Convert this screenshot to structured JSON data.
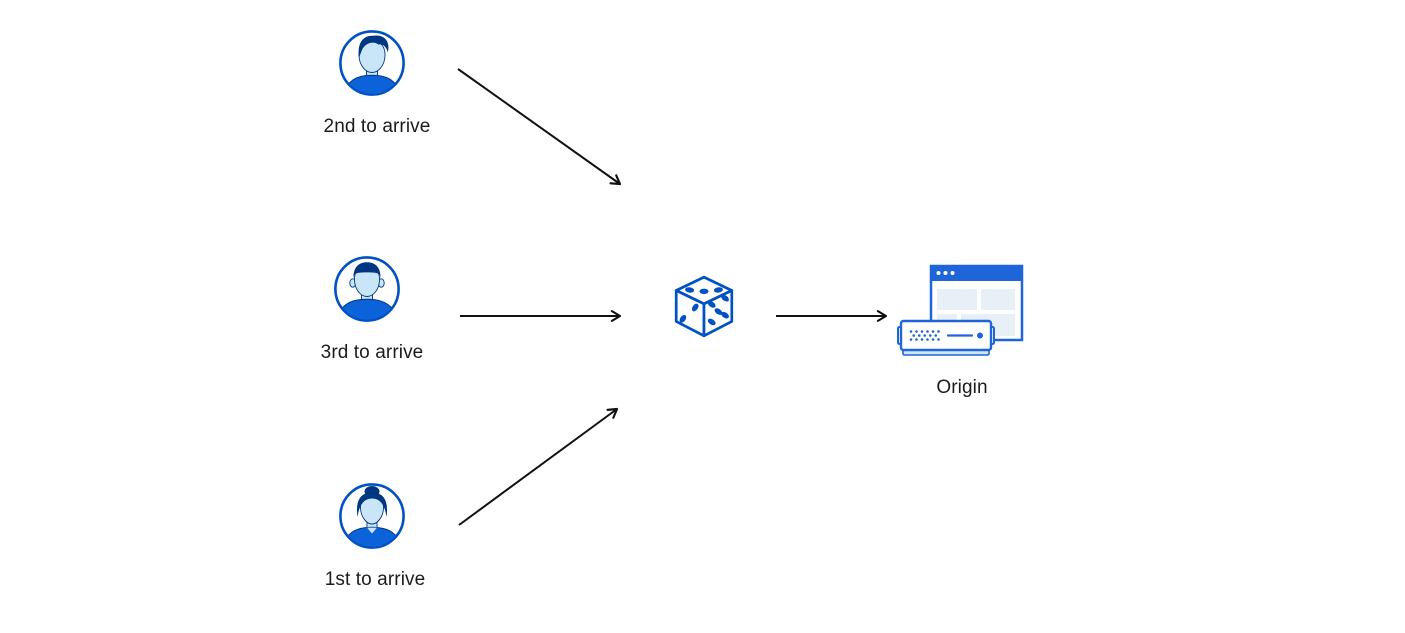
{
  "colors": {
    "background": "#ffffff",
    "arrow_black": "#111111",
    "text_black": "#1b1b1b",
    "primary_blue": "#0051c3",
    "window_blue": "#1e65d9",
    "shirt_blue": "#0c62d9",
    "navy": "#003682",
    "face_blue": "#c9e6f8",
    "pale_blue": "#e7eff7",
    "server_base_blue": "#cfe7f8"
  },
  "clients": [
    {
      "label": "2nd to arrive",
      "avatar": "man-swept-hair-avatar-icon"
    },
    {
      "label": "3rd to arrive",
      "avatar": "man-short-hair-avatar-icon"
    },
    {
      "label": "1st to arrive",
      "avatar": "woman-bun-avatar-icon"
    }
  ],
  "router": {
    "icon": "dice-icon",
    "dice_pips": {
      "top_face": 3,
      "left_face": 2,
      "right_face": 5
    }
  },
  "origin": {
    "label": "Origin",
    "icon": "origin-server-icon"
  },
  "arrows": [
    {
      "from": "client-2nd-to-arrive",
      "to": "dice"
    },
    {
      "from": "client-3rd-to-arrive",
      "to": "dice"
    },
    {
      "from": "client-1st-to-arrive",
      "to": "dice"
    },
    {
      "from": "dice",
      "to": "origin"
    }
  ]
}
